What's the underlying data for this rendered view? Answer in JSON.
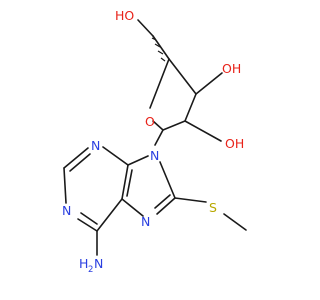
{
  "structure": {
    "atom_labels": {
      "ho_top": "HO",
      "oh_mid": "OH",
      "oh_low": "OH",
      "o_ring": "O",
      "n9": "N",
      "n3": "N",
      "n1": "N",
      "n7": "N",
      "s": "S",
      "nh2_main": "NH",
      "nh2_sub": "2",
      "h2n_prefix": "H",
      "h2n_sub": "2",
      "h2n_main": "N"
    },
    "colors": {
      "bond": "#1a1a1a",
      "oxygen": "#e8231a",
      "nitrogen": "#2a3fe0",
      "sulfur": "#b8a800",
      "background": "#ffffff"
    }
  }
}
